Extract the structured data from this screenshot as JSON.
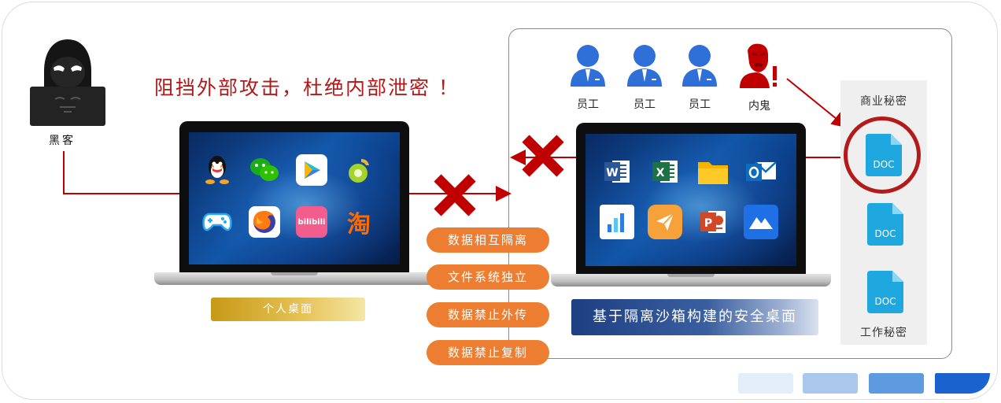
{
  "slogan": "阻挡外部攻击，杜绝内部泄密 ！",
  "hacker": {
    "label": "黑客"
  },
  "people": [
    {
      "label": "员工"
    },
    {
      "label": "员工"
    },
    {
      "label": "员工"
    },
    {
      "label": "内鬼"
    }
  ],
  "personal_desktop": {
    "label": "个人桌面",
    "apps": [
      "qq-icon",
      "wechat-icon",
      "video-player-icon",
      "music-icon",
      "gamepad-icon",
      "firefox-icon",
      "bilibili-icon",
      "taobao-icon"
    ],
    "taobao_text": "淘",
    "bilibili_text": "bilibili"
  },
  "secure_desktop": {
    "label": "基于隔离沙箱构建的安全桌面",
    "apps": [
      "word-icon",
      "excel-icon",
      "folder-icon",
      "outlook-icon",
      "chart-app-icon",
      "send-app-icon",
      "powerpoint-icon",
      "cloud-app-icon"
    ],
    "word_letter": "W",
    "excel_letter": "X",
    "ppt_letter": "P"
  },
  "features": [
    "数据相互隔离",
    "文件系统独立",
    "数据禁止外传",
    "数据禁止复制"
  ],
  "secrets": {
    "business_label": "商业秘密",
    "work_label": "工作秘密",
    "doc_label": "DOC"
  },
  "colors": {
    "arrow_red": "#c00000",
    "pill_orange": "#ec7d31",
    "people_blue": "#2e6fd8",
    "insider_red": "#c00000",
    "doc_cyan": "#1fa8e0"
  }
}
